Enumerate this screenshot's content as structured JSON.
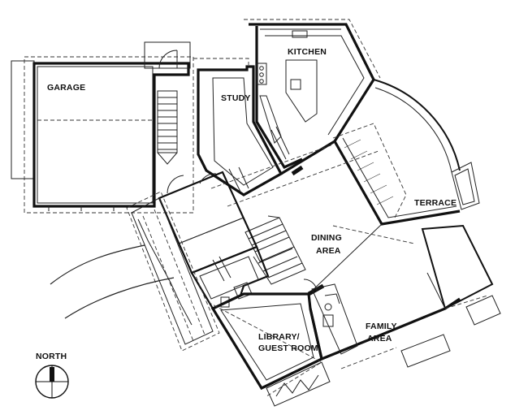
{
  "rooms": {
    "garage": "GARAGE",
    "kitchen": "KITCHEN",
    "study": "STUDY",
    "terrace": "TERRACE",
    "dining_line1": "DINING",
    "dining_line2": "AREA",
    "library_line1": "LIBRARY/",
    "library_line2": "GUEST ROOM",
    "family_line1": "FAMILY",
    "family_line2": "AREA"
  },
  "compass": {
    "label": "NORTH",
    "icon": "north-arrow-icon"
  }
}
